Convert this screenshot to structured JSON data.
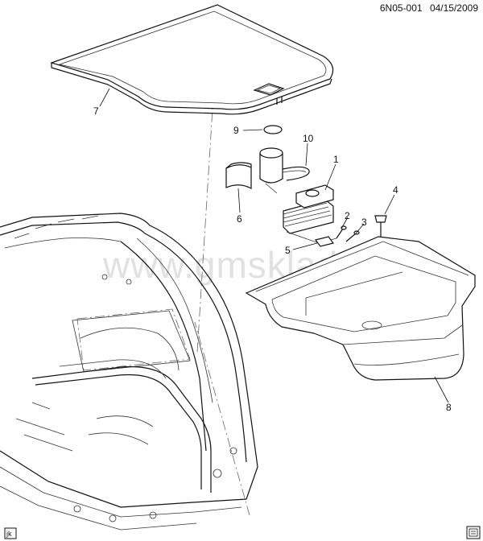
{
  "header": {
    "diagram_id": "6N05-001",
    "date": "04/15/2009"
  },
  "watermark": "www.gmsklad.ru",
  "corner_tag": "jk",
  "callouts": [
    {
      "id": "1",
      "label": "1"
    },
    {
      "id": "2",
      "label": "2"
    },
    {
      "id": "3",
      "label": "3"
    },
    {
      "id": "4",
      "label": "4"
    },
    {
      "id": "5",
      "label": "5"
    },
    {
      "id": "6",
      "label": "6"
    },
    {
      "id": "7",
      "label": "7"
    },
    {
      "id": "8",
      "label": "8"
    },
    {
      "id": "9",
      "label": "9"
    },
    {
      "id": "10",
      "label": "10"
    }
  ]
}
